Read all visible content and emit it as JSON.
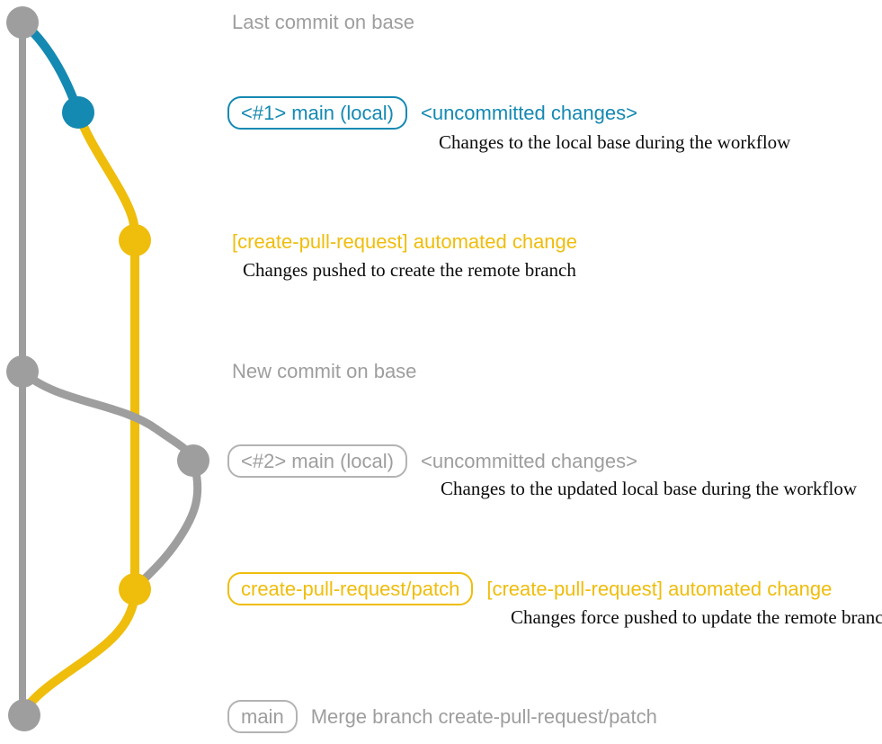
{
  "colors": {
    "gray": "#9e9e9e",
    "gray-border": "#b3b3b3",
    "blue": "#1489b2",
    "yellow": "#efbd0b",
    "ink": "#0b0b0b",
    "background": "#ffffff"
  },
  "rows": {
    "r1": {
      "label": "Last commit on base"
    },
    "r2": {
      "badge": "<#1> main (local)",
      "tag": "<uncommitted changes>",
      "note": "Changes to the local base during the workflow"
    },
    "r3": {
      "tag": "[create-pull-request] automated change",
      "note": "Changes pushed to create the remote branch"
    },
    "r4": {
      "label": "New commit on base"
    },
    "r5": {
      "badge": "<#2> main (local)",
      "tag": "<uncommitted changes>",
      "note": "Changes to the updated local base during the workflow"
    },
    "r6": {
      "badge": "create-pull-request/patch",
      "tag": "[create-pull-request] automated change",
      "note": "Changes force pushed to update the remote branch"
    },
    "r7": {
      "badge": "main",
      "label": "Merge branch create-pull-request/patch"
    }
  },
  "graph": {
    "commit_sequence": [
      {
        "color": "gray",
        "row": "r1"
      },
      {
        "color": "blue",
        "row": "r2"
      },
      {
        "color": "yellow",
        "row": "r3"
      },
      {
        "color": "gray",
        "row": "r4"
      },
      {
        "color": "gray",
        "row": "r5"
      },
      {
        "color": "yellow",
        "row": "r6"
      },
      {
        "color": "gray",
        "row": "r7"
      }
    ]
  }
}
